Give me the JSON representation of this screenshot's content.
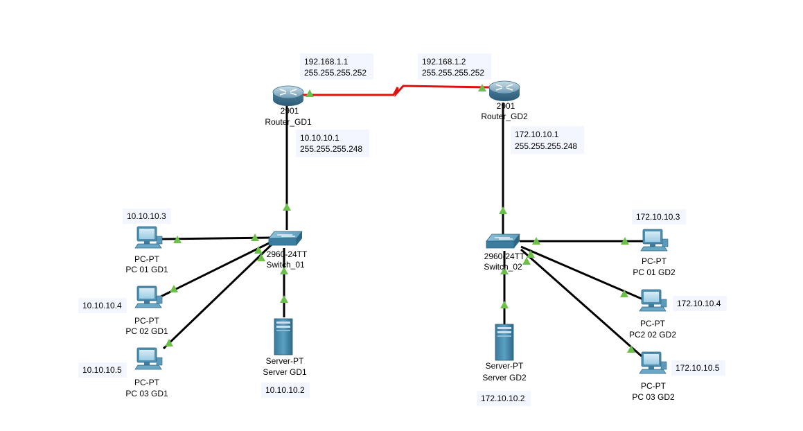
{
  "colors": {
    "link": "#000000",
    "wan_link": "#e01010",
    "port_up": "#6cc04a",
    "note_bg": "#f4f6ff",
    "device_blue": "#2f7fa8"
  },
  "devices": {
    "router_gd1": {
      "icon": "router-icon",
      "model": "2901",
      "name": "Router_GD1"
    },
    "router_gd2": {
      "icon": "router-icon",
      "model": "2901",
      "name": "Router_GD2"
    },
    "switch_01": {
      "icon": "switch-icon",
      "model": "2960-24TT",
      "name": "Switch_01"
    },
    "switch_02": {
      "icon": "switch-icon",
      "model": "2960-24TT",
      "name": "Switch_02"
    },
    "pc01_gd1": {
      "icon": "pc-icon",
      "model": "PC-PT",
      "name": "PC 01 GD1"
    },
    "pc02_gd1": {
      "icon": "pc-icon",
      "model": "PC-PT",
      "name": "PC 02 GD1"
    },
    "pc03_gd1": {
      "icon": "pc-icon",
      "model": "PC-PT",
      "name": "PC 03 GD1"
    },
    "server_gd1": {
      "icon": "server-icon",
      "model": "Server-PT",
      "name": "Server GD1"
    },
    "pc01_gd2": {
      "icon": "pc-icon",
      "model": "PC-PT",
      "name": "PC 01 GD2"
    },
    "pc02_gd2": {
      "icon": "pc-icon",
      "model": "PC-PT",
      "name": "PC2 02 GD2"
    },
    "pc03_gd2": {
      "icon": "pc-icon",
      "model": "PC-PT",
      "name": "PC 03 GD2"
    },
    "server_gd2": {
      "icon": "server-icon",
      "model": "Server-PT",
      "name": "Server GD2"
    }
  },
  "notes": {
    "r1_wan_ip": "192.168.1.1",
    "r1_wan_mask": "255.255.255.252",
    "r2_wan_ip": "192.168.1.2",
    "r2_wan_mask": "255.255.255.252",
    "r1_lan_ip": "10.10.10.1",
    "r1_lan_mask": "255.255.255.248",
    "r2_lan_ip": "172.10.10.1",
    "r2_lan_mask": "255.255.255.248",
    "pc01_gd1_ip": "10.10.10.3",
    "pc02_gd1_ip": "10.10.10.4",
    "pc03_gd1_ip": "10.10.10.5",
    "server_gd1_ip": "10.10.10.2",
    "pc01_gd2_ip": "172.10.10.3",
    "pc02_gd2_ip": "172.10.10.4",
    "pc03_gd2_ip": "172.10.10.5",
    "server_gd2_ip": "172.10.10.2"
  }
}
